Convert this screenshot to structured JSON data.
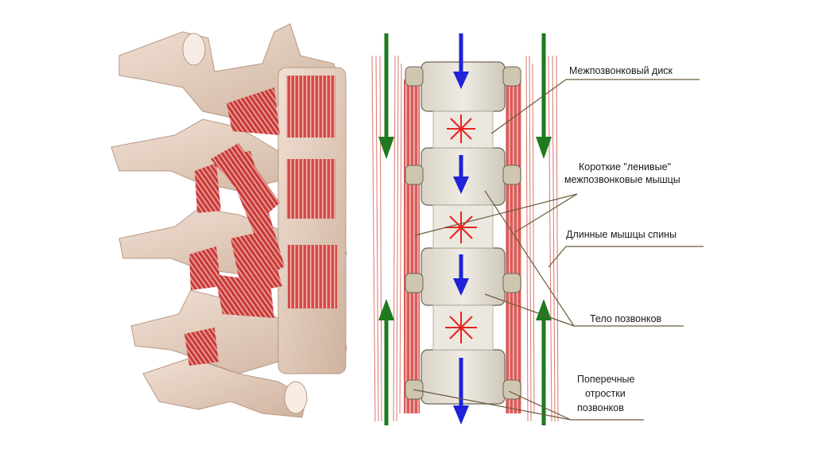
{
  "labels": {
    "disc": "Межпозвонковый диск",
    "short_muscles_line1": "Короткие \"ленивые\"",
    "short_muscles_line2": "межпозвонковые мышцы",
    "long_muscles": "Длинные мышцы спины",
    "vertebral_body": "Тело позвонков",
    "transverse_line1": "Поперечные",
    "transverse_line2": "отростки",
    "transverse_line3": "позвонков"
  },
  "colors": {
    "bone": "#e6d2c4",
    "bone_shadow": "#c7ab98",
    "muscle": "#c4383a",
    "muscle_light": "#e07a74",
    "disc": "#d8d4c8",
    "arrow_compress": "#1f22d8",
    "arrow_stretch": "#1e7a1e",
    "pressure_star": "#e8231f",
    "leader_line": "#6b5a3a"
  },
  "icons": {
    "compress_arrow": "arrow-down-icon",
    "stretch_arrow": "arrow-up-icon",
    "pressure": "star-burst-icon"
  }
}
